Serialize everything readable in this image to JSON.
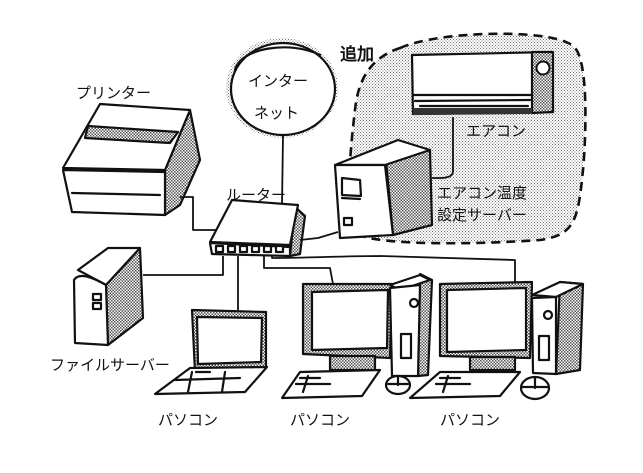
{
  "diagram": {
    "type": "home-network-illustration",
    "labels": {
      "printer": "プリンター",
      "internet_line1": "インター",
      "internet_line2": "ネット",
      "router": "ルーター",
      "added": "追加",
      "air_conditioner": "エアコン",
      "ac_server_line1": "エアコン温度",
      "ac_server_line2": "設定サーバー",
      "file_server": "ファイルサーバー",
      "pc_laptop": "パソコン",
      "pc_desktop_1": "パソコン",
      "pc_desktop_2": "パソコン"
    },
    "nodes": [
      {
        "id": "internet",
        "label": "インターネット"
      },
      {
        "id": "router",
        "label": "ルーター"
      },
      {
        "id": "printer",
        "label": "プリンター"
      },
      {
        "id": "file_server",
        "label": "ファイルサーバー"
      },
      {
        "id": "laptop",
        "label": "パソコン"
      },
      {
        "id": "desktop1",
        "label": "パソコン"
      },
      {
        "id": "desktop2",
        "label": "パソコン"
      },
      {
        "id": "ac_server",
        "label": "エアコン温度設定サーバー",
        "group": "追加"
      },
      {
        "id": "air_conditioner",
        "label": "エアコン",
        "group": "追加"
      }
    ],
    "edges": [
      [
        "internet",
        "router"
      ],
      [
        "printer",
        "router"
      ],
      [
        "file_server",
        "router"
      ],
      [
        "laptop",
        "router"
      ],
      [
        "desktop1",
        "router"
      ],
      [
        "desktop2",
        "router"
      ],
      [
        "ac_server",
        "router"
      ],
      [
        "ac_server",
        "air_conditioner"
      ]
    ],
    "groups": [
      {
        "label": "追加",
        "members": [
          "ac_server",
          "air_conditioner"
        ],
        "style": "dashed"
      }
    ],
    "router_ports": 6,
    "colors": {
      "ink": "#111111",
      "background": "#ffffff",
      "shade": "#9a9a9a"
    }
  }
}
